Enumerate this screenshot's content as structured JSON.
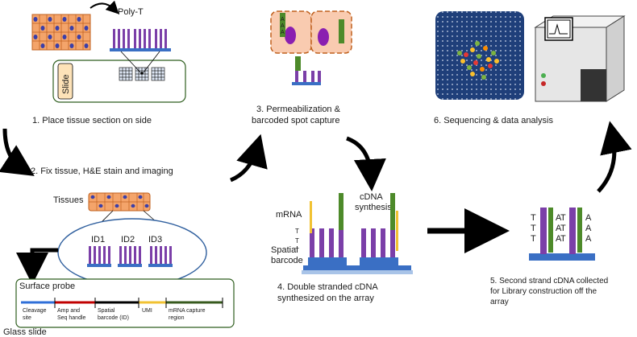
{
  "steps": {
    "s1": "1.    Place tissue section on side",
    "s2": "2. Fix tissue, H&E stain and imaging",
    "s3_l1": "3. Permeabilization &",
    "s3_l2": "barcoded spot capture",
    "s4_l1": "4. Double stranded cDNA",
    "s4_l2": "synthesized on the array",
    "s5_l1": "5. Second strand cDNA collected",
    "s5_l2": "for Library construction off the",
    "s5_l3": "array",
    "s6": "6. Sequencing & data analysis"
  },
  "labels": {
    "poly_t": "Poly-T",
    "slide": "Slide",
    "tissues": "Tissues",
    "id1": "ID1",
    "id2": "ID2",
    "id3": "ID3",
    "surface_probe": "Surface probe",
    "glass_slide": "Glass slide",
    "mrna": "mRNA",
    "cdna_l1": "cDNA",
    "cdna_l2": "synthesis",
    "spatial_l1": "Spatial",
    "spatial_l2": "barcode"
  },
  "probe_segments": {
    "cleavage_l1": "Cleavage",
    "cleavage_l2": "site",
    "amp_l1": "Amp and",
    "amp_l2": "Seq handle",
    "spatial_l1": "Spatial",
    "spatial_l2": "barcode (ID)",
    "umi": "UMI",
    "capture_l1": "mRNA capture",
    "capture_l2": "region"
  },
  "strand_letters": {
    "t": "T",
    "a": "A"
  },
  "colors": {
    "tissue_cell": "#f4a46a",
    "tissue_border": "#c0611f",
    "nucleus": "#3b3fa8",
    "probe_purple": "#7b3fa8",
    "probe_base": "#3a6fc4",
    "capture_green": "#4d8a2a",
    "mrna_yellow": "#f1c232",
    "slide_border": "#2e5e1e",
    "ellipse_border": "#2f5f9e",
    "cleavage_blue": "#2f6fd8",
    "amp_red": "#c00000",
    "spatial_black": "#000000",
    "umi_yellow": "#f1c232",
    "capture_darkgreen": "#375a1e",
    "machine_gray": "#e6e6e6",
    "flowcell_blue": "#1f3f7a"
  }
}
